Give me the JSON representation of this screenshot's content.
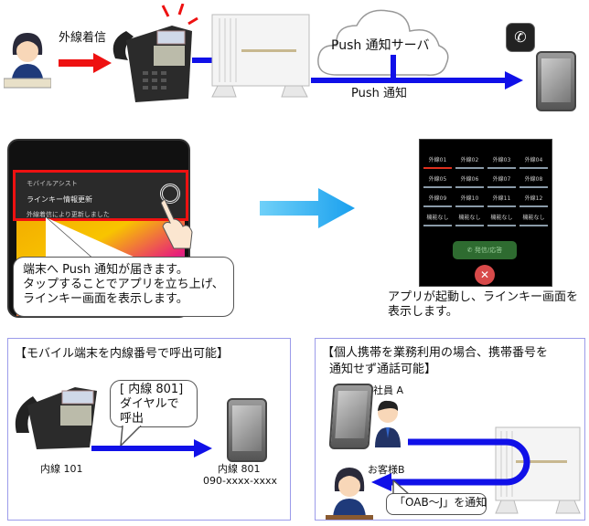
{
  "top": {
    "incoming_label": "外線着信",
    "server_label": "Push 通知サーバ",
    "push_label": "Push 通知"
  },
  "notification": {
    "app_name": "モバイルアシスト",
    "title": "ラインキー情報更新",
    "body": "外線着信により更新しました"
  },
  "callout_tablet": [
    "端末へ Push 通知が届きます。",
    "タップすることでアプリを立ち上げ、",
    "ラインキー画面を表示します。"
  ],
  "app_screen": {
    "line_keys": [
      "外線01",
      "外線02",
      "外線03",
      "外線04",
      "外線05",
      "外線06",
      "外線07",
      "外線08",
      "外線09",
      "外線10",
      "外線11",
      "外線12",
      "機能なし",
      "機能なし",
      "機能なし",
      "機能なし"
    ],
    "call_button": "発信/応答"
  },
  "app_caption": [
    "アプリが起動し、ラインキー画面を",
    "表示します。"
  ],
  "panel_left": {
    "title": "【モバイル端末を内線番号で呼出可能】",
    "bubble": [
      "[ 内線 801]",
      "ダイヤルで",
      "呼出"
    ],
    "phone_label": "内線 101",
    "mobile_label": "内線 801",
    "mobile_number": "090-xxxx-xxxx"
  },
  "panel_right": {
    "title": [
      "【個人携帯を業務利用の場合、携帯番号を",
      "通知せず通話可能】"
    ],
    "employee_label": "社員 A",
    "customer_label": "お客様B",
    "bubble": "「OAB～J」を通知"
  },
  "colors": {
    "arrow_blue": "#1010e8",
    "arrow_red": "#ee1111",
    "highlight": "#ee1111",
    "panel_border": "#9b9bea"
  }
}
